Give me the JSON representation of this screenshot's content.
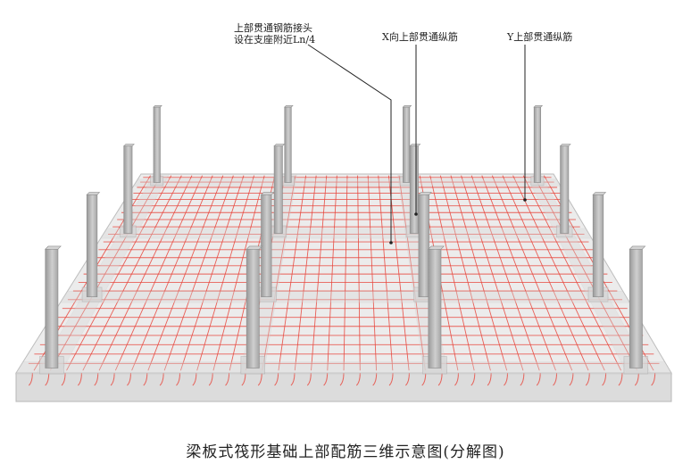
{
  "annotations": {
    "joint_line1": "上部贯通钢筋接头",
    "joint_line2": "设在支座附近Ln/4",
    "x_top_bar": "X向上部贯通纵筋",
    "y_top_bar": "Y上部贯通纵筋"
  },
  "caption": "梁板式筏形基础上部配筋三维示意图(分解图)",
  "colors": {
    "rebar": "#e8463c",
    "column": "#b5b5b5",
    "slab": "#e6e6e6",
    "beam": "#d8d8d8",
    "leader": "#222222"
  },
  "icons": [
    "foundation-3d-illustration"
  ]
}
